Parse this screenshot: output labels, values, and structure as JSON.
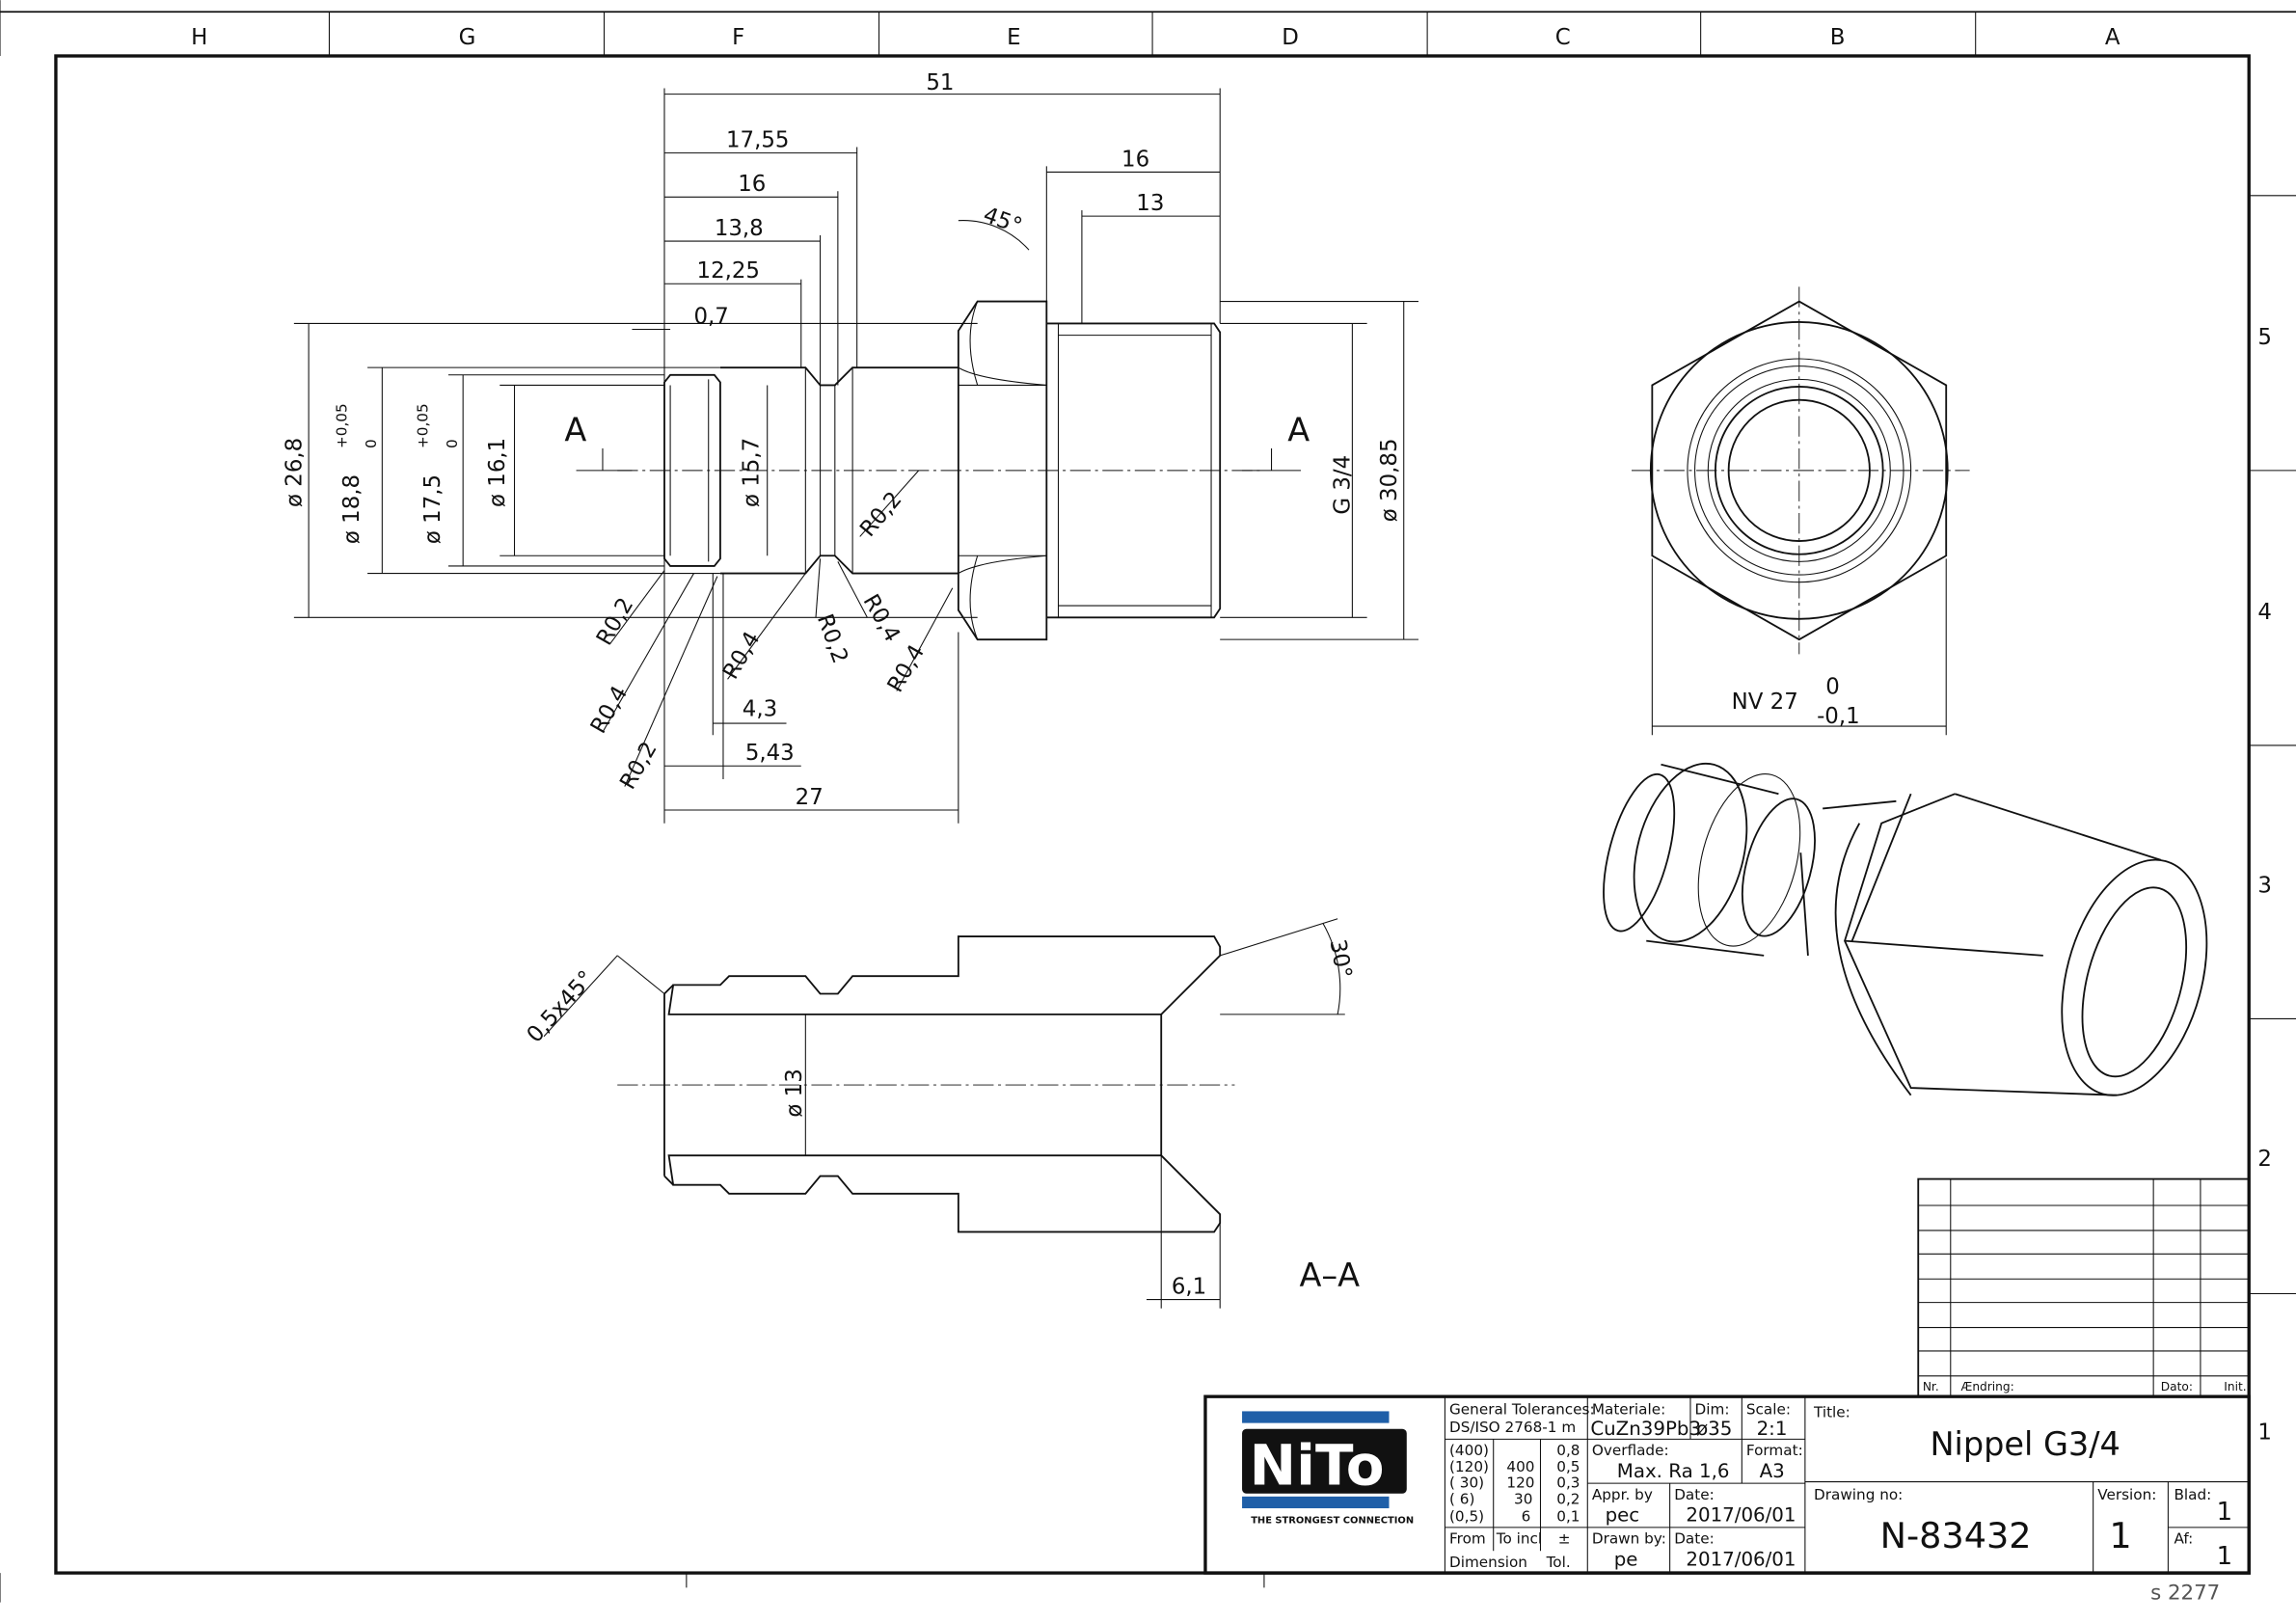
{
  "zones": {
    "columns": [
      "H",
      "G",
      "F",
      "E",
      "D",
      "C",
      "B",
      "A"
    ],
    "rows": [
      "5",
      "4",
      "3",
      "2",
      "1"
    ]
  },
  "side_view": {
    "dims": {
      "overall": "51",
      "d1755": "17,55",
      "d16": "16",
      "d138": "13,8",
      "d1225": "12,25",
      "d07": "0,7",
      "thread_len": "16",
      "thread_len2": "13",
      "chamfer": "45°",
      "dia268": "ø 26,8",
      "dia188": "ø 18,8",
      "dia188_tol_upper": "+0,05",
      "dia188_tol_lower": "0",
      "dia175": "ø 17,5",
      "dia175_tol_upper": "+0,05",
      "dia175_tol_lower": "0",
      "dia161": "ø 16,1",
      "dia157": "ø 15,7",
      "thread": "G 3/4",
      "dia3085": "ø 30,85",
      "r1": "R0,2",
      "r2": "R0,4",
      "r3": "R0,2",
      "r4": "R0,4",
      "r5": "R0,2",
      "r6": "R0,4",
      "r7": "R0,4",
      "r8": "R0,2",
      "d43": "4,3",
      "d543": "5,43",
      "d27": "27"
    },
    "section_label_left": "A",
    "section_label_right": "A"
  },
  "end_view": {
    "across_flats": "NV 27",
    "tol_upper": "0",
    "tol_lower": "-0,1"
  },
  "section_view": {
    "title": "A–A",
    "chamfer": "0,5x45°",
    "angle": "30°",
    "bore": "ø 13",
    "depth": "6,1"
  },
  "revision_table": {
    "headers": [
      "Nr.",
      "Ændring:",
      "Dato:",
      "Init."
    ]
  },
  "title_block": {
    "logo_text": "NiTo",
    "logo_tagline": "THE STRONGEST CONNECTION",
    "brand_color": "#1f5fa8",
    "general_tolerances_label": "General Tolerances:",
    "general_tolerances_std": "DS/ISO 2768-1 m",
    "tolerance_rows": [
      {
        "from": "(400)",
        "to": "",
        "tol": "0,8"
      },
      {
        "from": "(120)",
        "to": "400",
        "tol": "0,5"
      },
      {
        "from": "( 30)",
        "to": "120",
        "tol": "0,3"
      },
      {
        "from": "(  6)",
        "to": "30",
        "tol": "0,2"
      },
      {
        "from": "(0,5)",
        "to": "6",
        "tol": "0,1"
      }
    ],
    "from_label": "From",
    "to_label": "To incl",
    "pm_label": "±",
    "dimension_label": "Dimension",
    "tol_label": "Tol.",
    "material_label": "Materiale:",
    "material": "CuZn39Pb3",
    "dim_label": "Dim:",
    "dim": "ø35",
    "scale_label": "Scale:",
    "scale": "2:1",
    "surface_label": "Overflade:",
    "surface": "Max. Ra 1,6",
    "format_label": "Format:",
    "format": "A3",
    "approved_label": "Appr. by",
    "approved": "pec",
    "date_label": "Date:",
    "approved_date": "2017/06/01",
    "drawn_label": "Drawn by:",
    "drawn": "pe",
    "drawn_date": "2017/06/01",
    "title_label": "Title:",
    "title": "Nippel G3/4",
    "drawing_no_label": "Drawing no:",
    "drawing_no": "N-83432",
    "version_label": "Version:",
    "version": "1",
    "sheet_label": "Blad:",
    "sheet": "1",
    "of_label": "Af:",
    "of": "1"
  },
  "footer_code": "s 2277"
}
